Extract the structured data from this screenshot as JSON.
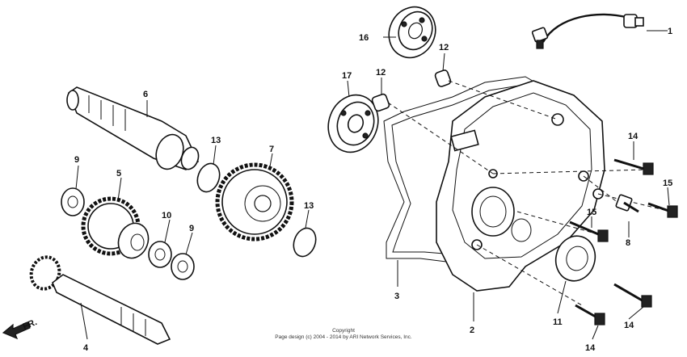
{
  "labels": {
    "l1": "1",
    "l2": "2",
    "l3": "3",
    "l4": "4",
    "l5": "5",
    "l6": "6",
    "l7": "7",
    "l8": "8",
    "l9a": "9",
    "l9b": "9",
    "l10": "10",
    "l11": "11",
    "l12a": "12",
    "l12b": "12",
    "l13a": "13",
    "l13b": "13",
    "l14a": "14",
    "l14b": "14",
    "l14c": "14",
    "l15a": "15",
    "l15b": "15",
    "l16": "16",
    "l17": "17"
  },
  "direction": "FR.",
  "copyright": {
    "line1": "Copyright",
    "line2": "Page design (c) 2004 - 2014 by ARI Network Services, Inc."
  }
}
